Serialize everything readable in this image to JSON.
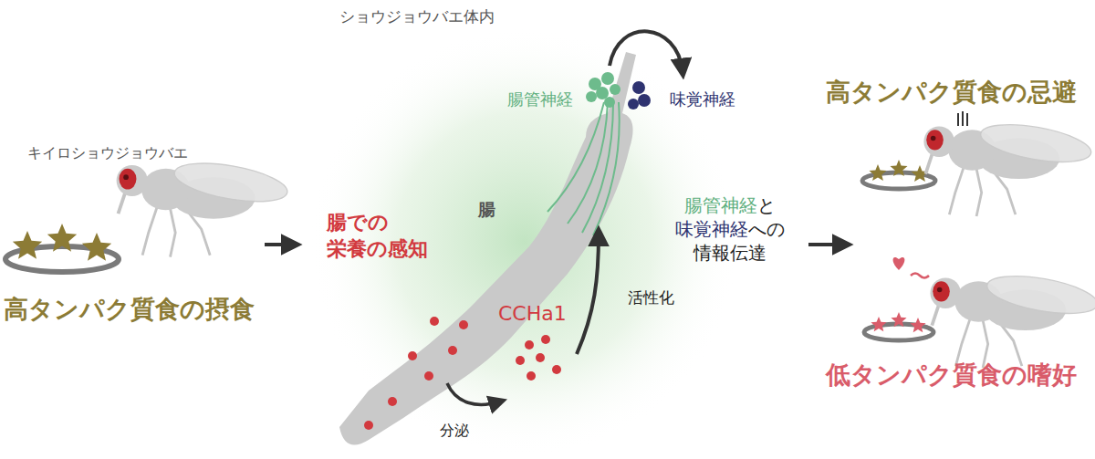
{
  "diagram": {
    "labels": [
      "キイロショウジョウバエ",
      "高タンパク質食の摂食",
      "腸での 栄養の感知",
      "ショウジョウバエ体内",
      "腸管神経",
      "味覚神経",
      "腸",
      "CCHa1",
      "活性化",
      "分泌",
      "腸管神経と 味覚神経への 情報伝達",
      "高タンパク質食の忌避",
      "低タンパク質食の嗜好"
    ]
  }
}
